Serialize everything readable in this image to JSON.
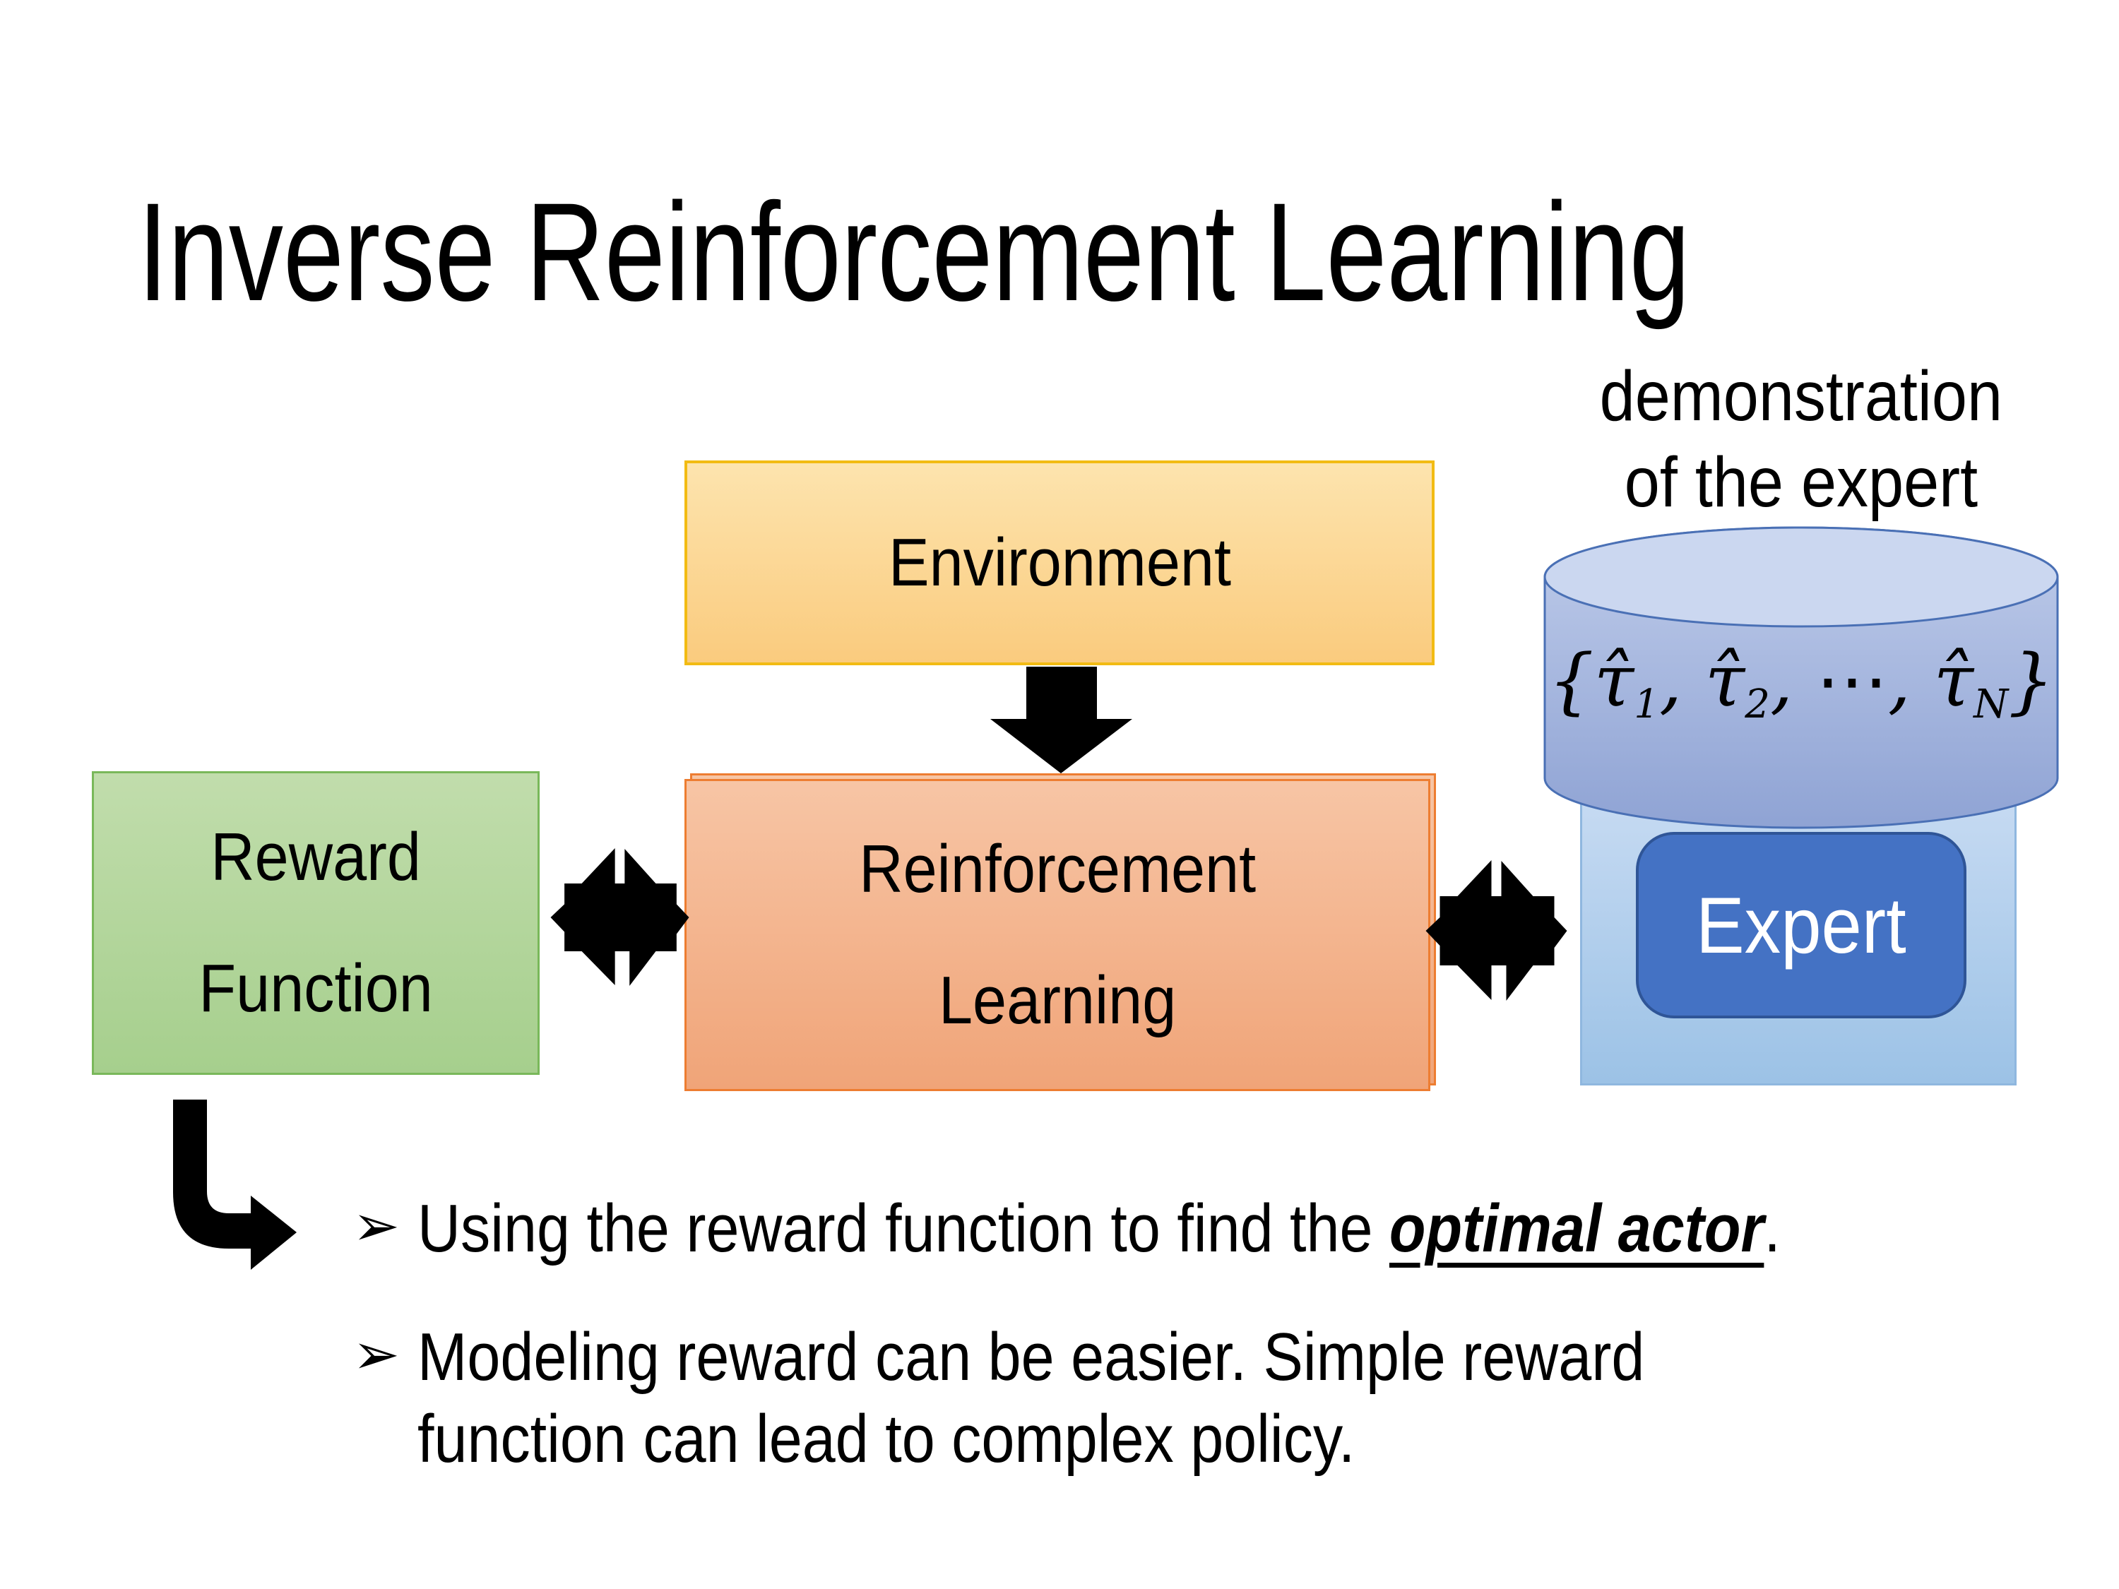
{
  "slide": {
    "title": "Inverse Reinforcement Learning"
  },
  "demonstration_label": {
    "line1": "demonstration",
    "line2": "of the expert"
  },
  "diagram": {
    "environment_box": {
      "label": "Environment"
    },
    "reward_box": {
      "line1": "Reward",
      "line2": "Function"
    },
    "rl_box": {
      "line1": "Reinforcement",
      "line2": "Learning"
    },
    "expert_box": {
      "label": "Expert"
    },
    "trajectory_formula": {
      "open": "{",
      "tau": "τ̂",
      "sub1": "1",
      "sub2": "2",
      "sep": ", ",
      "dots": "⋯",
      "subN": "N",
      "close": "}"
    }
  },
  "bullets": {
    "marker": "➢",
    "item1": {
      "prefix": "Using the reward function to find the ",
      "emphasis": "optimal actor",
      "suffix": "."
    },
    "item2": {
      "line1": "Modeling reward can be easier. Simple reward",
      "line2": "function can lead to complex policy."
    }
  },
  "colors": {
    "environment_fill_top": "#FDE4AE",
    "environment_fill_bottom": "#FACB7E",
    "environment_border": "#F2BB13",
    "rl_fill_top": "#F7C5A5",
    "rl_fill_bottom": "#F0A478",
    "rl_border": "#ED7D31",
    "reward_fill_top": "#C1DDAC",
    "reward_fill_bottom": "#A6CF8D",
    "reward_border": "#79B85A",
    "expert_panel_fill_top": "#C9DCF3",
    "expert_panel_fill_bottom": "#9CC2E6",
    "expert_box_fill": "#4472C4",
    "expert_box_border": "#2F5597",
    "cylinder_top_fill": "#CBD7F0",
    "cylinder_body_top": "#BFCCEA",
    "cylinder_body_bottom": "#8FA3D4",
    "cylinder_border": "#4A70B5",
    "arrow_color": "#000000",
    "text_color": "#000000"
  }
}
